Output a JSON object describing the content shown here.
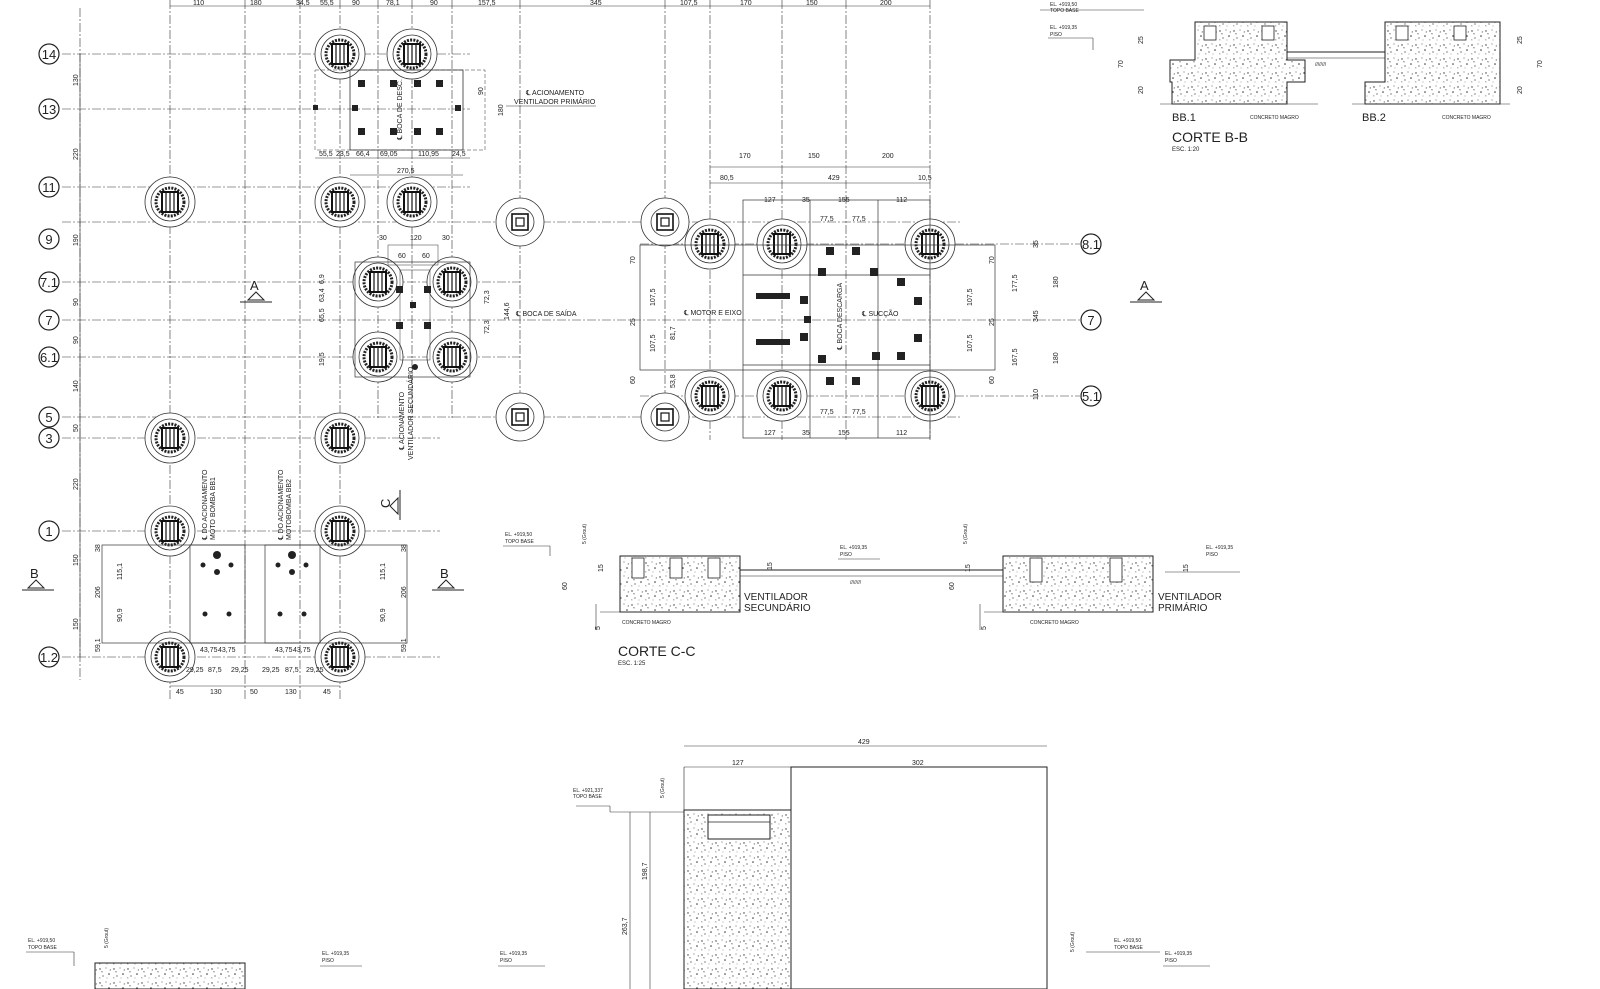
{
  "grid_bubbles": {
    "g14": "14",
    "g13": "13",
    "g11": "11",
    "g9": "9",
    "g71": "7.1",
    "g7": "7",
    "g61": "6.1",
    "g5": "5",
    "g3": "3",
    "g1": "1",
    "g12": "1.2",
    "g81": "8.1",
    "g7r": "7",
    "g51": "5.1"
  },
  "section_marks": {
    "a": "A",
    "b": "B",
    "c": "C"
  },
  "plan_dims": {
    "top": [
      "110",
      "180",
      "34,5",
      "55,5",
      "90",
      "78,1",
      "90",
      "157,5",
      "345",
      "107,5",
      "170",
      "150",
      "200"
    ],
    "left": [
      "130",
      "220",
      "190",
      "90",
      "90",
      "140",
      "50",
      "220",
      "150",
      "150"
    ],
    "desc_row": [
      "55,5",
      "23,5",
      "66,4",
      "69,05",
      "110,95",
      "24,5"
    ],
    "desc_w": "270,5",
    "desc_h": [
      "90",
      "180"
    ],
    "mid_small": [
      "30",
      "120",
      "30",
      "60",
      "60"
    ],
    "mid_right": [
      "72,3",
      "144,6",
      "72,3"
    ],
    "mid_left": [
      "6,9",
      "63,4",
      "65,5",
      "19,5"
    ],
    "right_top": [
      "170",
      "150",
      "200",
      "80,5",
      "429",
      "10,5"
    ],
    "right_row": [
      "127",
      "35",
      "155",
      "112",
      "77,5",
      "77,5"
    ],
    "right_row_b": [
      "77,5",
      "77,5",
      "127",
      "35",
      "155",
      "112"
    ],
    "right_left_v": [
      "70",
      "107,5",
      "25",
      "107,5",
      "60",
      "81,7",
      "53,8"
    ],
    "right_right_v": [
      "70",
      "107,5",
      "25",
      "107,5",
      "60",
      "177,5",
      "180",
      "345",
      "167,5",
      "180",
      "35",
      "110"
    ],
    "bb_bottom": [
      "45",
      "130",
      "50",
      "130",
      "45",
      "29,25",
      "87,5",
      "29,25",
      "29,25",
      "87,5",
      "29,25",
      "43,75",
      "43,75",
      "43,75",
      "43,75"
    ],
    "bb_v": [
      "38",
      "206",
      "115,1",
      "90,9",
      "59,1",
      "38",
      "206",
      "115,1",
      "90,9",
      "59,1"
    ]
  },
  "plan_labels": {
    "acion_primario_1": "℄ ACIONAMENTO",
    "acion_primario_2": "VENTILADOR PRIMÁRIO",
    "boca_desc": "℄ BOCA DE DESC.",
    "boca_saida": "℄ BOCA DE SAÍDA",
    "acion_sec_1": "℄ ACIONAMENTO",
    "acion_sec_2": "VENTILADOR SECUNDÁRIO",
    "motor": "℄ MOTOR E EIXO",
    "boca_descarga": "℄ BOCA DESCARGA",
    "succao": "℄ SUCÇÃO",
    "bb1_1": "℄ DO ACIONAMENTO",
    "bb1_2": "MOTO BOMBA BB1",
    "bb2_1": "℄ DO ACIONAMENTO",
    "bb2_2": "MOTOBOMBA BB2"
  },
  "section_bb": {
    "el_top": "EL. +919,50",
    "el_top_lbl": "TOPO BASE",
    "el_piso": "EL. +919,35",
    "el_piso_lbl": "PISO",
    "v_dims": [
      "25",
      "70",
      "20",
      "25",
      "70",
      "20"
    ],
    "bb1": "BB.1",
    "bb2": "BB.2",
    "concreto": "CONCRETO MAGRO",
    "title": "CORTE B-B",
    "scale": "ESC. 1:20"
  },
  "section_cc": {
    "el_top": "EL. +919,50",
    "el_top_lbl": "TOPO BASE",
    "el_piso": "EL. +919,35",
    "el_piso_lbl": "PISO",
    "grout": "5 (Grout)",
    "dims": [
      "15",
      "60",
      "5",
      "15",
      "15",
      "60",
      "5",
      "15"
    ],
    "concreto": "CONCRETO MAGRO",
    "vent_sec_1": "VENTILADOR",
    "vent_sec_2": "SECUNDÁRIO",
    "vent_pri_1": "VENTILADOR",
    "vent_pri_2": "PRIMÁRIO",
    "title": "CORTE C-C",
    "scale": "ESC. 1:25"
  },
  "section_aa": {
    "w_total": "429",
    "w_left": "127",
    "w_right": "302",
    "el_top": "EL. +921,337",
    "el_top_lbl": "TOPO BASE",
    "grout": "5 (Grout)",
    "h1": "263,7",
    "h2": "198,7"
  },
  "bottom_labels": {
    "left_el": "EL. +919,50",
    "left_el_lbl": "TOPO BASE",
    "left_grout": "5 (Grout)",
    "left_piso": "EL. +919,35",
    "left_piso_lbl": "PISO",
    "mid_piso": "EL. +919,35",
    "mid_piso_lbl": "PISO",
    "right_grout": "5 (Grout)",
    "right_el": "EL. +919,50",
    "right_el_lbl": "TOPO BASE",
    "right_piso": "EL. +919,35",
    "right_piso_lbl": "PISO"
  }
}
